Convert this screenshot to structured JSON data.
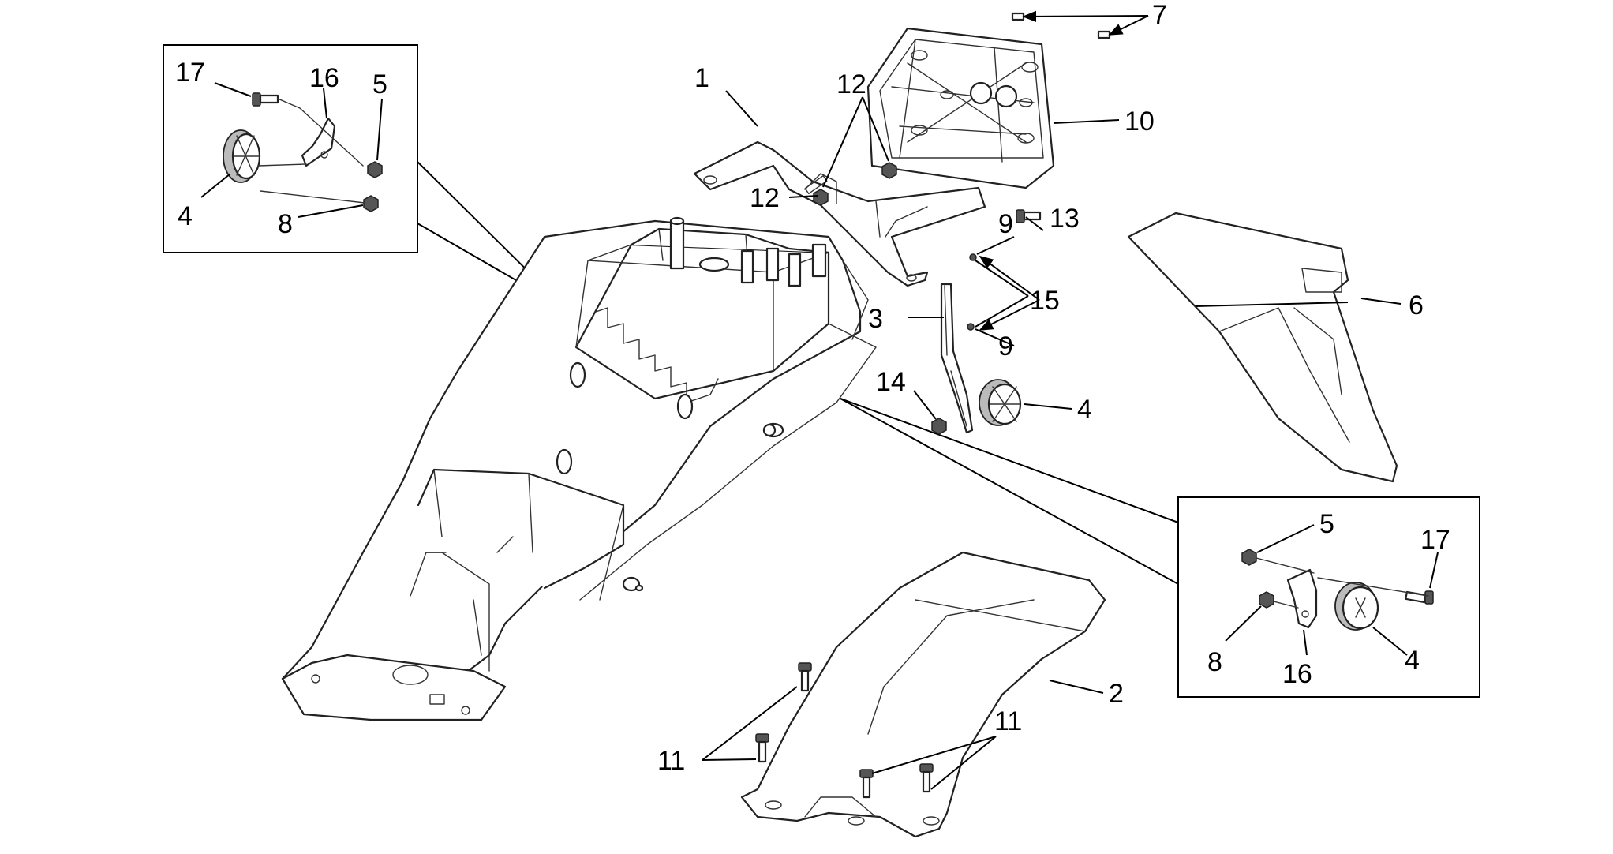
{
  "callouts": {
    "c1": "1",
    "c2": "2",
    "c3": "3",
    "c4_main": "4",
    "c4_left": "4",
    "c4_right": "4",
    "c5_left": "5",
    "c5_right": "5",
    "c6": "6",
    "c7": "7",
    "c8_left": "8",
    "c8_right": "8",
    "c9_top": "9",
    "c9_bottom": "9",
    "c10": "10",
    "c11_left": "11",
    "c11_right": "11",
    "c12_top": "12",
    "c12_bottom": "12",
    "c13": "13",
    "c14": "14",
    "c15": "15",
    "c16_left": "16",
    "c16_right": "16",
    "c17_left": "17",
    "c17_right": "17"
  }
}
